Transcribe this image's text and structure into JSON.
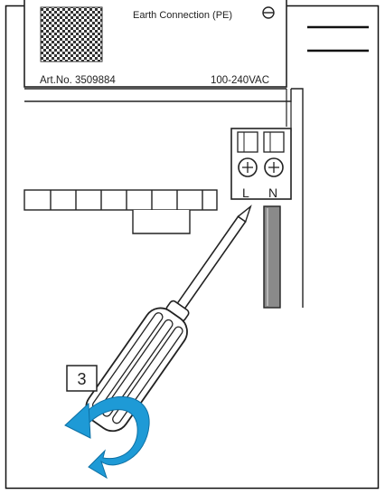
{
  "device": {
    "earth_label": "Earth Connection (PE)",
    "article_number": "Art.No. 3509884",
    "voltage": "100-240VAC",
    "terminal_labels": [
      "L",
      "N"
    ]
  },
  "step": {
    "number": "3"
  },
  "rotation_arrow": {
    "color": "#1e9ad6"
  }
}
